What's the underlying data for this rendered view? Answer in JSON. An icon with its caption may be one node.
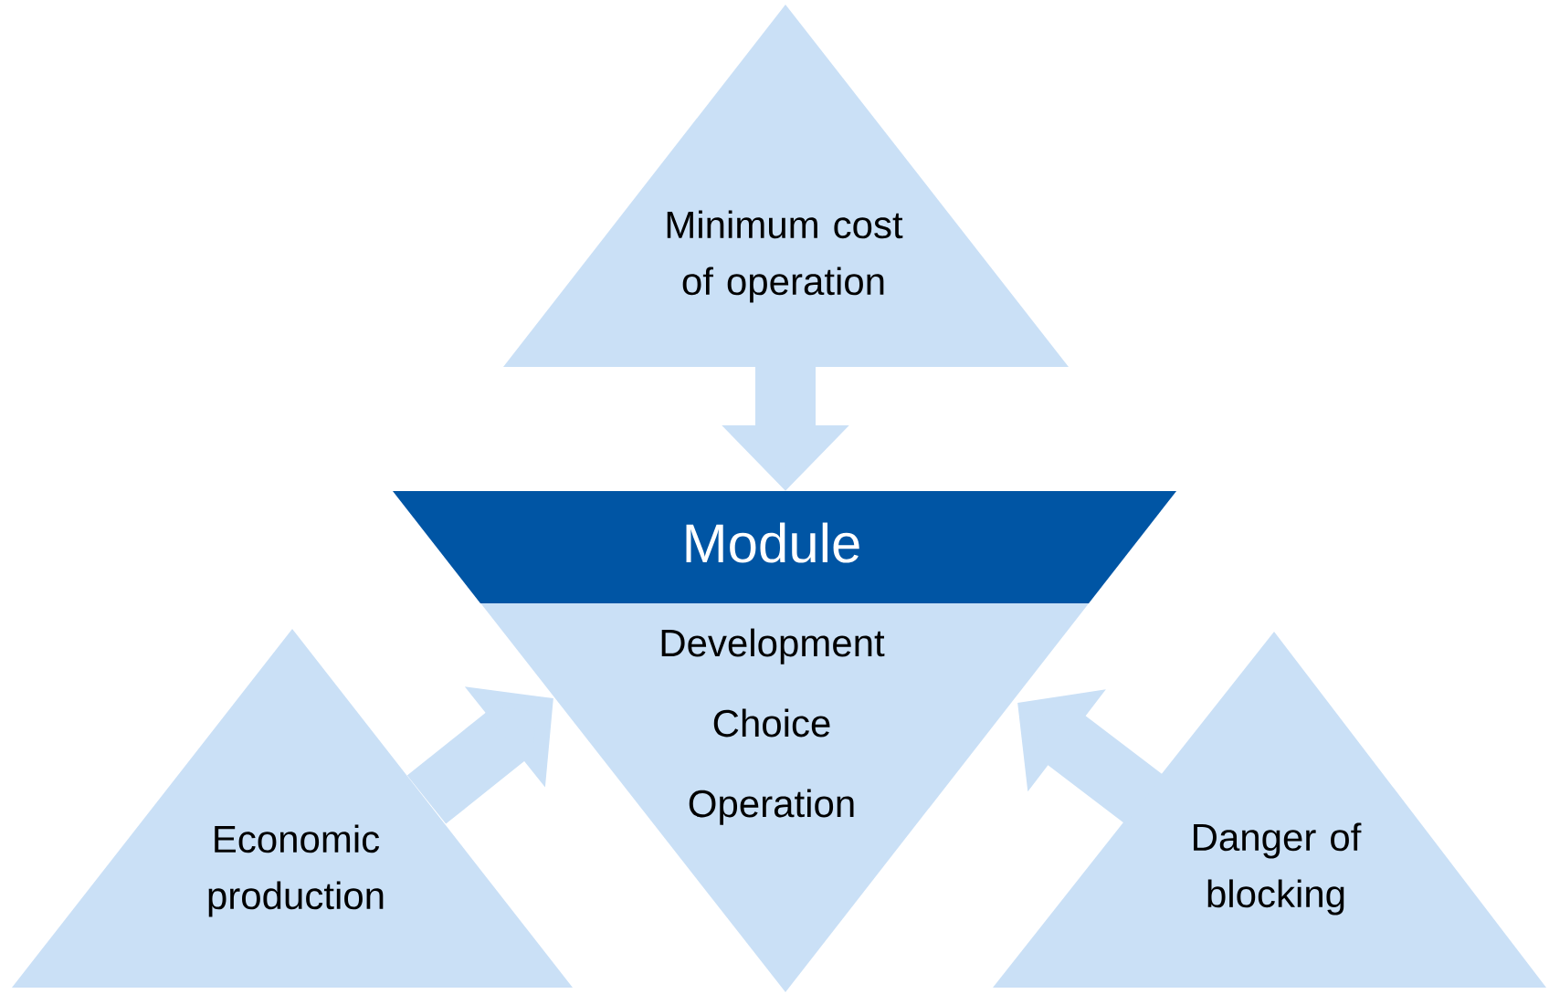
{
  "diagram": {
    "nodes": [
      {
        "text": [
          "Minimum cost of operation"
        ]
      },
      {
        "text": [
          "Module",
          "Development",
          "Choice",
          "Operation"
        ]
      },
      {
        "text": [
          "Economic production"
        ]
      },
      {
        "text": [
          "Danger of blocking"
        ]
      }
    ],
    "edges": [
      {
        "from": 0,
        "to": 1,
        "arrow": "to"
      },
      {
        "from": 2,
        "to": 1,
        "arrow": "to"
      },
      {
        "from": 3,
        "to": 1,
        "arrow": "to"
      }
    ]
  }
}
